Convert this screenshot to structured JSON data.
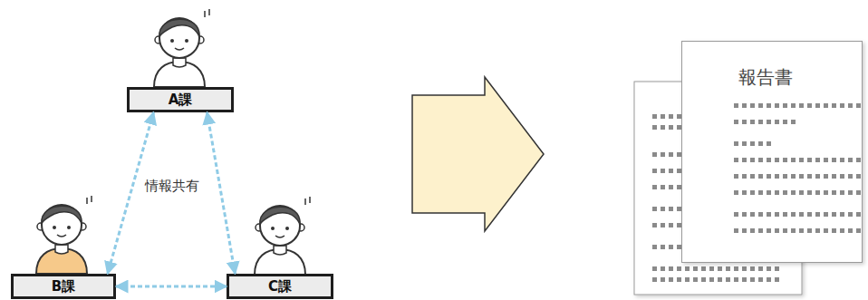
{
  "diagram": {
    "nodes": [
      {
        "text": [
          "A課"
        ]
      },
      {
        "text": [
          "B課"
        ]
      },
      {
        "text": [
          "C課"
        ]
      },
      {
        "text": [
          "報告書"
        ]
      }
    ],
    "edges": [
      {
        "from": 0,
        "to": 1,
        "arrow": "both"
      },
      {
        "from": 0,
        "to": 2,
        "arrow": "both"
      },
      {
        "from": 1,
        "to": 2,
        "arrow": "both"
      }
    ],
    "labels": [
      "情報共有"
    ]
  }
}
